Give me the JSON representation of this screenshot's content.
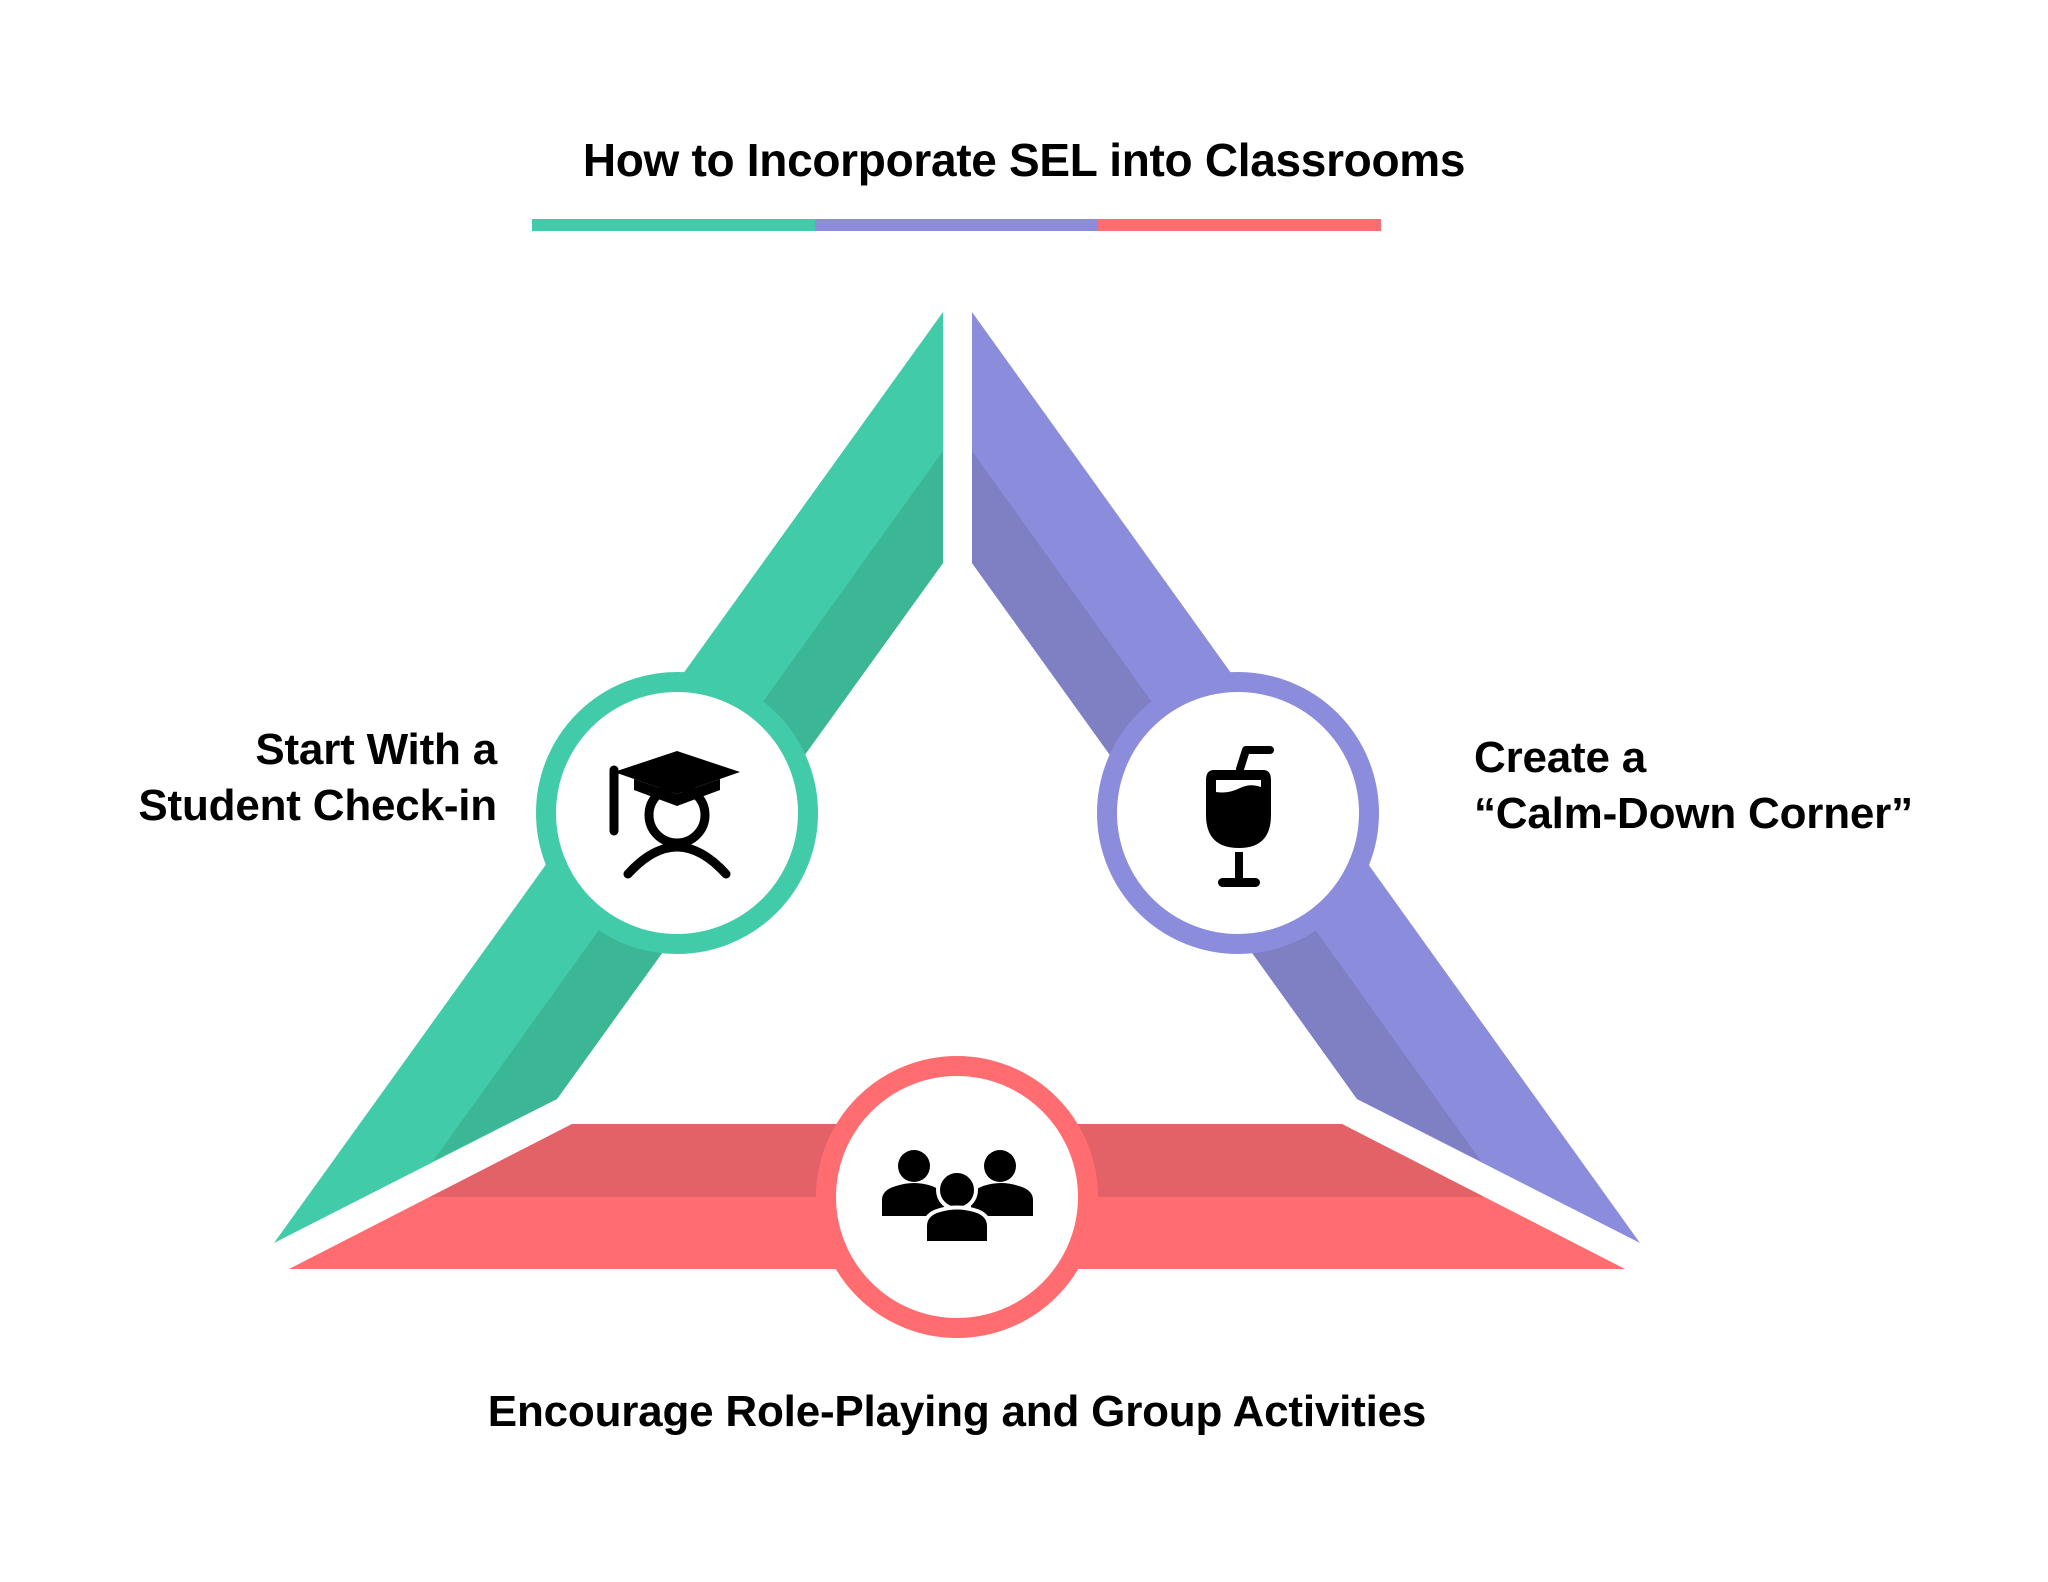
{
  "title": "How to Incorporate SEL into Classrooms",
  "colors": {
    "green": "#41CBA8",
    "green_dark": "#3BB795",
    "purple": "#8B8DDC",
    "purple_dark": "#7F7FC4",
    "red": "#FF6D71",
    "red_dark": "#E36267",
    "text": "#000000",
    "background": "#FFFFFF"
  },
  "title_bar": {
    "segments": [
      "#41CBA8",
      "#8B8DDC",
      "#FF6D71"
    ]
  },
  "steps": [
    {
      "id": "left",
      "lines": [
        "Start With a",
        "Student Check-in"
      ],
      "icon": "graduate-student-icon",
      "color": "#41CBA8"
    },
    {
      "id": "right",
      "lines": [
        "Create a",
        "“Calm-Down Corner”"
      ],
      "icon": "drink-glass-with-straw-icon",
      "color": "#8B8DDC"
    },
    {
      "id": "bottom",
      "lines": [
        "Encourage Role-Playing and Group Activities"
      ],
      "icon": "group-people-icon",
      "color": "#FF6D71"
    }
  ]
}
